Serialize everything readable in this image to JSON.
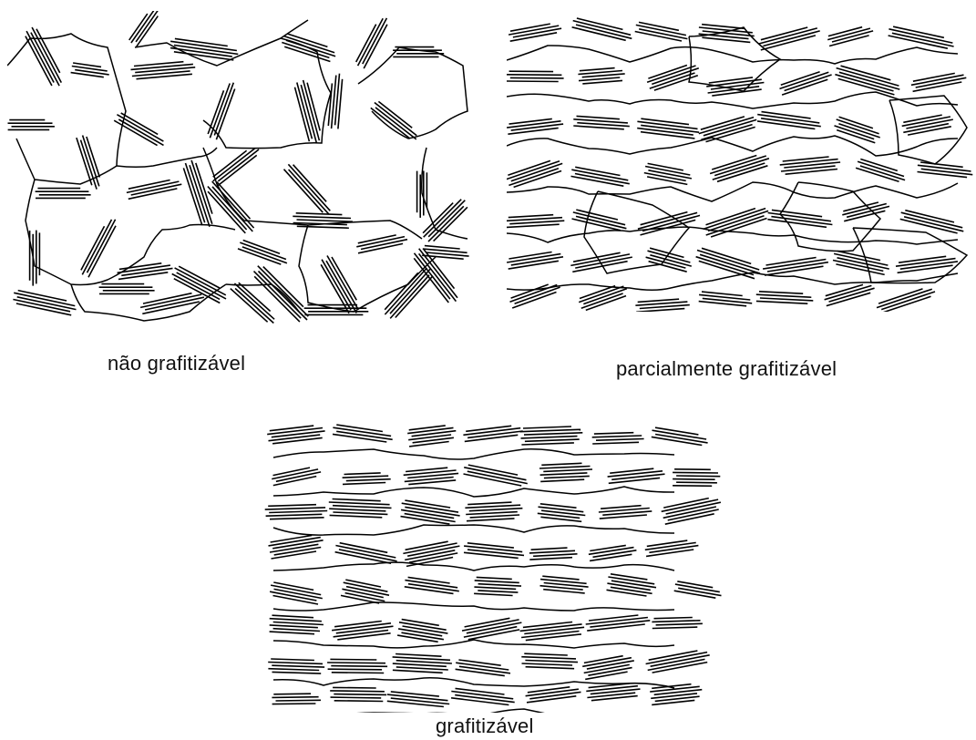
{
  "figure": {
    "panels": [
      {
        "id": "nao-grafitizavel",
        "caption": "não grafitizável"
      },
      {
        "id": "parcialmente-grafitizavel",
        "caption": "parcialmente grafitizável"
      },
      {
        "id": "grafitizavel",
        "caption": "grafitizável"
      }
    ]
  },
  "colors": {
    "ink": "#000000",
    "background": "#ffffff"
  }
}
